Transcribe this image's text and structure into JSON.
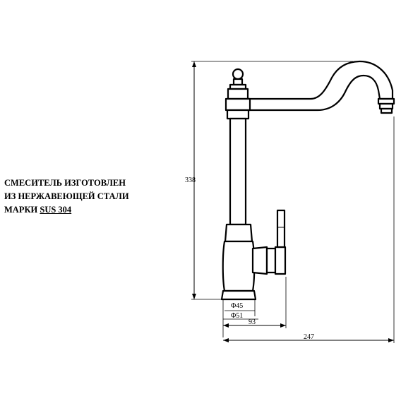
{
  "note": {
    "line1": "СМЕСИТЕЛЬ ИЗГОТОВЛЕН",
    "line2": "ИЗ НЕРЖАВЕЮЩЕЙ СТАЛИ",
    "line3_prefix": "МАРКИ ",
    "line3_material": "SUS 304"
  },
  "dimensions": {
    "height": "338",
    "diameter_inner": "Φ45",
    "diameter_outer": "Φ51",
    "base_width": "93",
    "total_reach": "247"
  }
}
